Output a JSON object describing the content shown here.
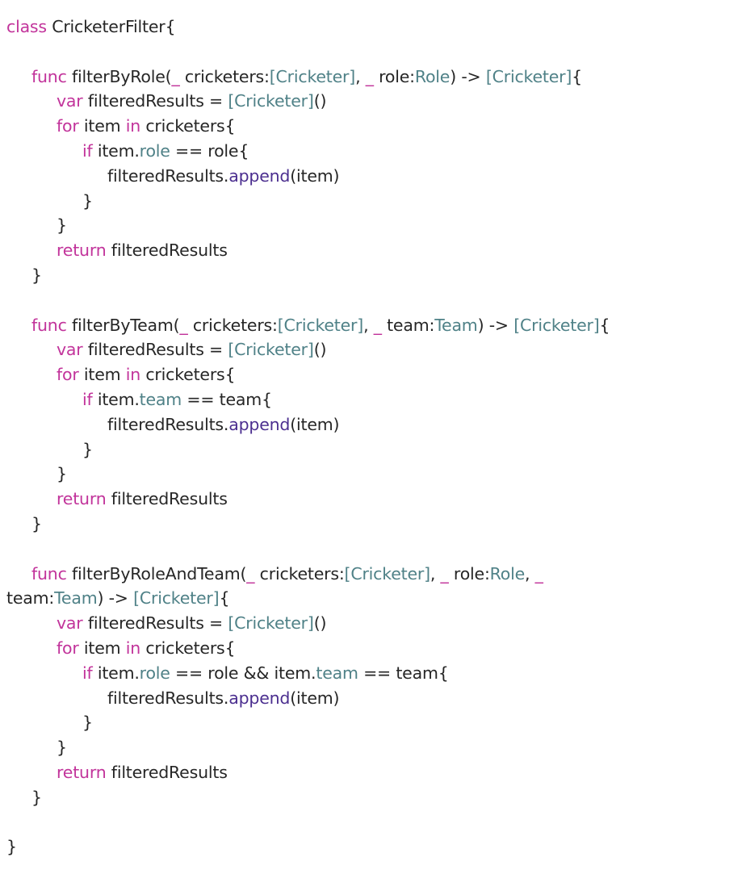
{
  "theme": {
    "keyword_color": "#c2349b",
    "type_color": "#4f8187",
    "method_color": "#4b2e8f",
    "text_color": "#262626",
    "background": "#ffffff"
  },
  "code": {
    "lines": [
      {
        "indent": 0,
        "tokens": [
          [
            "kw",
            "class"
          ],
          [
            "pl",
            " CricketerFilter{"
          ]
        ]
      },
      {
        "indent": 0,
        "tokens": []
      },
      {
        "indent": 1,
        "tokens": [
          [
            "kw",
            "func"
          ],
          [
            "pl",
            " filterByRole("
          ],
          [
            "kw",
            "_"
          ],
          [
            "pl",
            " cricketers:"
          ],
          [
            "ty",
            "[Cricketer]"
          ],
          [
            "pl",
            ", "
          ],
          [
            "kw",
            "_"
          ],
          [
            "pl",
            " role:"
          ],
          [
            "ty",
            "Role"
          ],
          [
            "pl",
            ") -> "
          ],
          [
            "ty",
            "[Cricketer]"
          ],
          [
            "pl",
            "{"
          ]
        ]
      },
      {
        "indent": 2,
        "tokens": [
          [
            "kw",
            "var"
          ],
          [
            "pl",
            " filteredResults = "
          ],
          [
            "ty",
            "[Cricketer]"
          ],
          [
            "pl",
            "()"
          ]
        ]
      },
      {
        "indent": 2,
        "tokens": [
          [
            "kw",
            "for"
          ],
          [
            "pl",
            " item "
          ],
          [
            "kw",
            "in"
          ],
          [
            "pl",
            " cricketers{"
          ]
        ]
      },
      {
        "indent": 3,
        "tokens": [
          [
            "kw",
            "if"
          ],
          [
            "pl",
            " item."
          ],
          [
            "ty",
            "role"
          ],
          [
            "pl",
            " == role{"
          ]
        ]
      },
      {
        "indent": 4,
        "tokens": [
          [
            "pl",
            "filteredResults."
          ],
          [
            "fn",
            "append"
          ],
          [
            "pl",
            "(item)"
          ]
        ]
      },
      {
        "indent": 3,
        "tokens": [
          [
            "pl",
            "}"
          ]
        ]
      },
      {
        "indent": 2,
        "tokens": [
          [
            "pl",
            "}"
          ]
        ]
      },
      {
        "indent": 2,
        "tokens": [
          [
            "kw",
            "return"
          ],
          [
            "pl",
            " filteredResults"
          ]
        ]
      },
      {
        "indent": 1,
        "tokens": [
          [
            "pl",
            "}"
          ]
        ]
      },
      {
        "indent": 0,
        "tokens": []
      },
      {
        "indent": 1,
        "tokens": [
          [
            "kw",
            "func"
          ],
          [
            "pl",
            " filterByTeam("
          ],
          [
            "kw",
            "_"
          ],
          [
            "pl",
            " cricketers:"
          ],
          [
            "ty",
            "[Cricketer]"
          ],
          [
            "pl",
            ", "
          ],
          [
            "kw",
            "_"
          ],
          [
            "pl",
            " team:"
          ],
          [
            "ty",
            "Team"
          ],
          [
            "pl",
            ") -> "
          ],
          [
            "ty",
            "[Cricketer]"
          ],
          [
            "pl",
            "{"
          ]
        ]
      },
      {
        "indent": 2,
        "tokens": [
          [
            "kw",
            "var"
          ],
          [
            "pl",
            " filteredResults = "
          ],
          [
            "ty",
            "[Cricketer]"
          ],
          [
            "pl",
            "()"
          ]
        ]
      },
      {
        "indent": 2,
        "tokens": [
          [
            "kw",
            "for"
          ],
          [
            "pl",
            " item "
          ],
          [
            "kw",
            "in"
          ],
          [
            "pl",
            " cricketers{"
          ]
        ]
      },
      {
        "indent": 3,
        "tokens": [
          [
            "kw",
            "if"
          ],
          [
            "pl",
            " item."
          ],
          [
            "ty",
            "team"
          ],
          [
            "pl",
            " == team{"
          ]
        ]
      },
      {
        "indent": 4,
        "tokens": [
          [
            "pl",
            "filteredResults."
          ],
          [
            "fn",
            "append"
          ],
          [
            "pl",
            "(item)"
          ]
        ]
      },
      {
        "indent": 3,
        "tokens": [
          [
            "pl",
            "}"
          ]
        ]
      },
      {
        "indent": 2,
        "tokens": [
          [
            "pl",
            "}"
          ]
        ]
      },
      {
        "indent": 2,
        "tokens": [
          [
            "kw",
            "return"
          ],
          [
            "pl",
            " filteredResults"
          ]
        ]
      },
      {
        "indent": 1,
        "tokens": [
          [
            "pl",
            "}"
          ]
        ]
      },
      {
        "indent": 0,
        "tokens": []
      },
      {
        "indent": 1,
        "tokens": [
          [
            "kw",
            "func"
          ],
          [
            "pl",
            " filterByRoleAndTeam("
          ],
          [
            "kw",
            "_"
          ],
          [
            "pl",
            " cricketers:"
          ],
          [
            "ty",
            "[Cricketer]"
          ],
          [
            "pl",
            ", "
          ],
          [
            "kw",
            "_"
          ],
          [
            "pl",
            " role:"
          ],
          [
            "ty",
            "Role"
          ],
          [
            "pl",
            ", "
          ],
          [
            "kw",
            "_"
          ]
        ]
      },
      {
        "indent": 0,
        "tokens": [
          [
            "pl",
            "team:"
          ],
          [
            "ty",
            "Team"
          ],
          [
            "pl",
            ") -> "
          ],
          [
            "ty",
            "[Cricketer]"
          ],
          [
            "pl",
            "{"
          ]
        ]
      },
      {
        "indent": 2,
        "tokens": [
          [
            "kw",
            "var"
          ],
          [
            "pl",
            " filteredResults = "
          ],
          [
            "ty",
            "[Cricketer]"
          ],
          [
            "pl",
            "()"
          ]
        ]
      },
      {
        "indent": 2,
        "tokens": [
          [
            "kw",
            "for"
          ],
          [
            "pl",
            " item "
          ],
          [
            "kw",
            "in"
          ],
          [
            "pl",
            " cricketers{"
          ]
        ]
      },
      {
        "indent": 3,
        "tokens": [
          [
            "kw",
            "if"
          ],
          [
            "pl",
            " item."
          ],
          [
            "ty",
            "role"
          ],
          [
            "pl",
            " == role && item."
          ],
          [
            "ty",
            "team"
          ],
          [
            "pl",
            " == team{"
          ]
        ]
      },
      {
        "indent": 4,
        "tokens": [
          [
            "pl",
            "filteredResults."
          ],
          [
            "fn",
            "append"
          ],
          [
            "pl",
            "(item)"
          ]
        ]
      },
      {
        "indent": 3,
        "tokens": [
          [
            "pl",
            "}"
          ]
        ]
      },
      {
        "indent": 2,
        "tokens": [
          [
            "pl",
            "}"
          ]
        ]
      },
      {
        "indent": 2,
        "tokens": [
          [
            "kw",
            "return"
          ],
          [
            "pl",
            " filteredResults"
          ]
        ]
      },
      {
        "indent": 1,
        "tokens": [
          [
            "pl",
            "}"
          ]
        ]
      },
      {
        "indent": 0,
        "tokens": []
      },
      {
        "indent": 0,
        "tokens": [
          [
            "pl",
            "}"
          ]
        ]
      }
    ]
  }
}
